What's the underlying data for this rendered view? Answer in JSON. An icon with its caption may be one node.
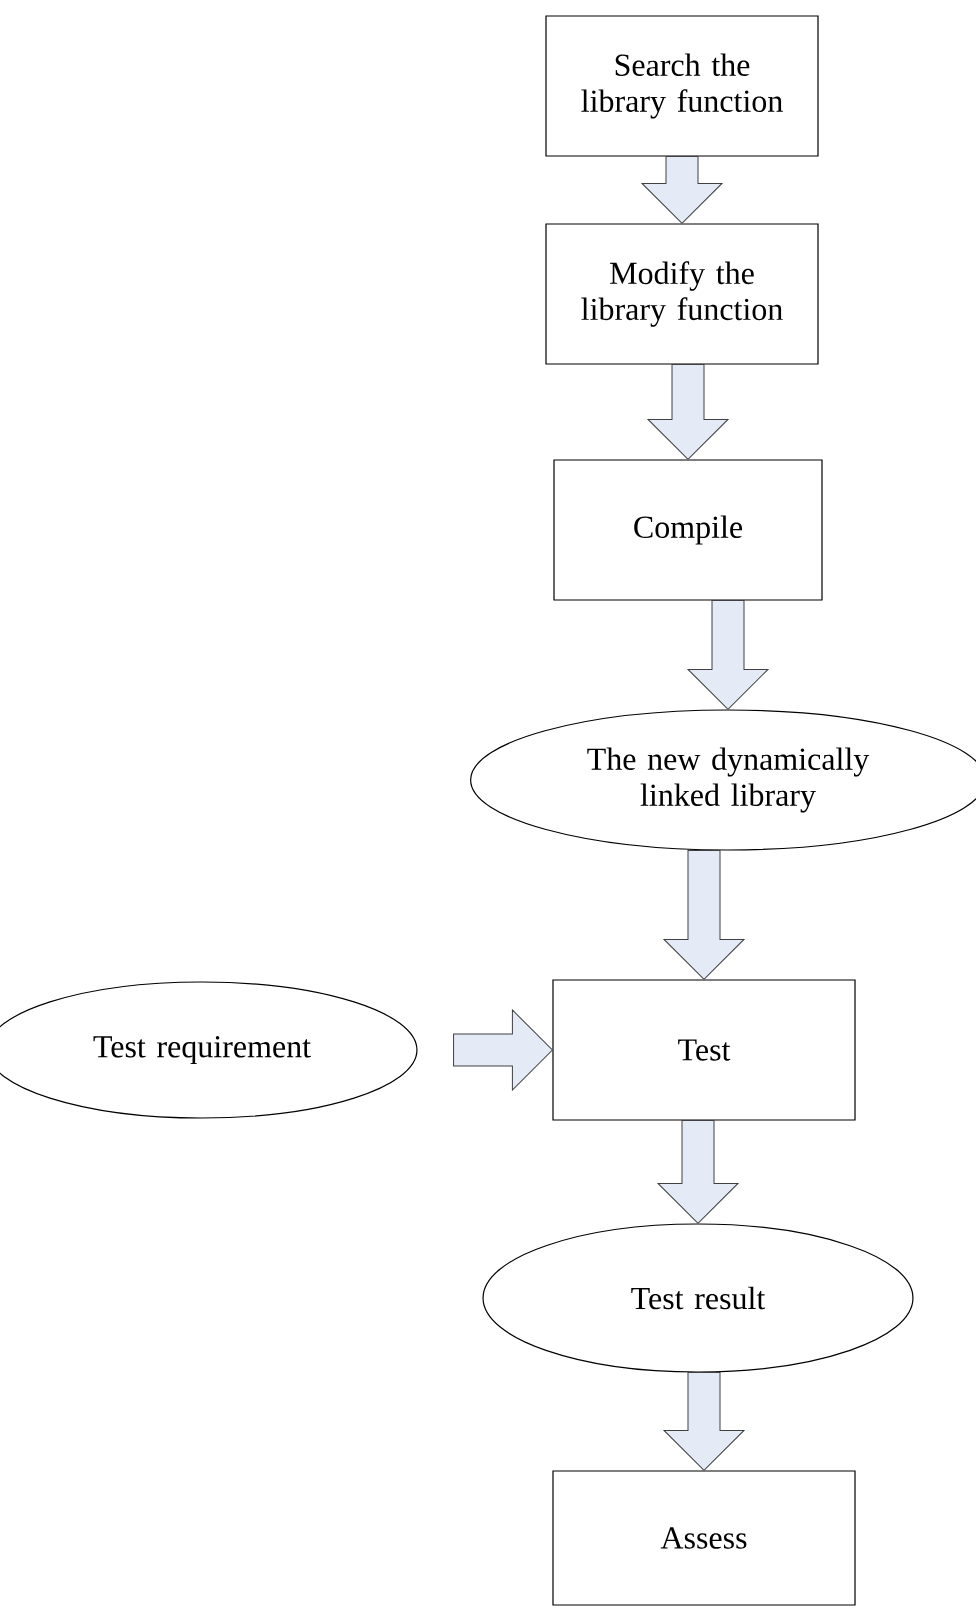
{
  "diagram": {
    "nodes": [
      {
        "text": [
          "Search the library function"
        ]
      },
      {
        "text": [
          "Modify the library function"
        ]
      },
      {
        "text": [
          "Compile"
        ]
      },
      {
        "text": [
          "The new dynamically linked library"
        ]
      },
      {
        "text": [
          "Test requirement"
        ]
      },
      {
        "text": [
          "Test"
        ]
      },
      {
        "text": [
          "Test result"
        ]
      },
      {
        "text": [
          "Assess"
        ]
      }
    ],
    "edges": [
      {
        "from": 0,
        "to": 1,
        "arrow": "to"
      },
      {
        "from": 1,
        "to": 2,
        "arrow": "to"
      },
      {
        "from": 2,
        "to": 3,
        "arrow": "to"
      },
      {
        "from": 3,
        "to": 5,
        "arrow": "to"
      },
      {
        "from": 4,
        "to": 5,
        "arrow": "to"
      },
      {
        "from": 5,
        "to": 6,
        "arrow": "to"
      },
      {
        "from": 6,
        "to": 7,
        "arrow": "to"
      }
    ]
  }
}
